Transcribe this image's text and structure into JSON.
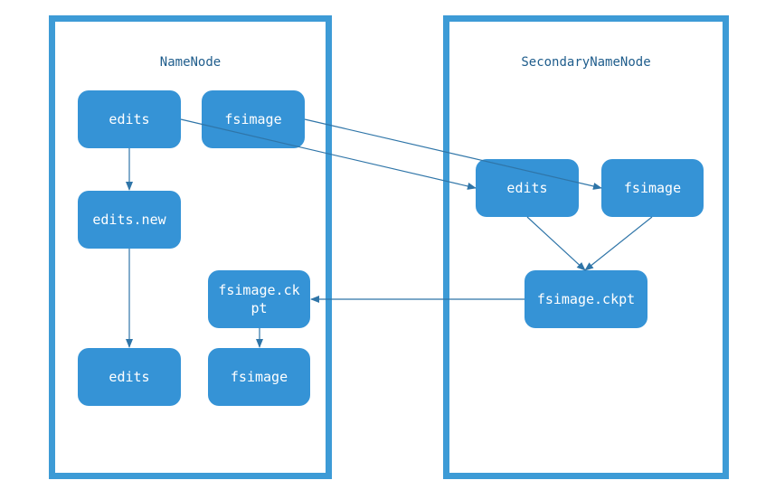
{
  "namenode": {
    "title": "NameNode",
    "nodes": {
      "edits": "edits",
      "fsimage": "fsimage",
      "edits_new": "edits.new",
      "fsimage_ckpt": "fsimage.ck pt",
      "edits_bottom": "edits",
      "fsimage_bottom": "fsimage"
    }
  },
  "secondary": {
    "title": "SecondaryNameNode",
    "nodes": {
      "edits": "edits",
      "fsimage": "fsimage",
      "fsimage_ckpt": "fsimage.ckpt"
    }
  },
  "colors": {
    "border": "#3d9bd6",
    "node_fill": "#3593d6",
    "arrow": "#2f75a8",
    "title_text": "#1f5d8c"
  }
}
